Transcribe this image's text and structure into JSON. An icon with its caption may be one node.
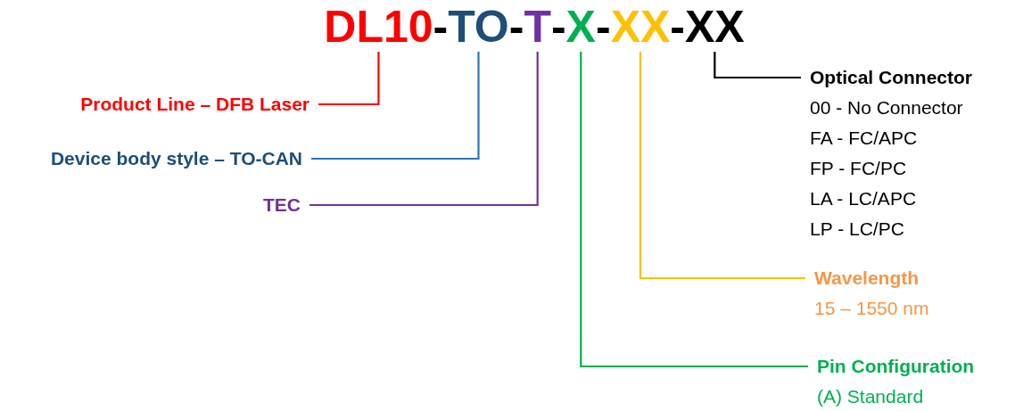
{
  "diagram": {
    "nodes": [
      {
        "text": [
          "DL10"
        ]
      },
      {
        "text": [
          "TO"
        ]
      },
      {
        "text": [
          "T"
        ]
      },
      {
        "text": [
          "X"
        ]
      },
      {
        "text": [
          "XX"
        ]
      },
      {
        "text": [
          "XX"
        ]
      },
      {
        "text": [
          "Product Line – DFB Laser"
        ]
      },
      {
        "text": [
          "Device body style – TO-CAN"
        ]
      },
      {
        "text": [
          "TEC"
        ]
      },
      {
        "text": [
          "Optical Connector",
          "00 - No Connector",
          "FA - FC/APC",
          "FP - FC/PC",
          "LA - LC/APC",
          "LP - LC/PC"
        ]
      },
      {
        "text": [
          "Wavelength",
          "15 – 1550 nm"
        ]
      },
      {
        "text": [
          "Pin Configuration",
          "(A) Standard"
        ]
      }
    ],
    "edges": [
      {
        "from": 0,
        "to": 6,
        "arrow": "none",
        "color": "#ff0000"
      },
      {
        "from": 1,
        "to": 7,
        "arrow": "none",
        "color": "#2e75b6"
      },
      {
        "from": 2,
        "to": 8,
        "arrow": "none",
        "color": "#7030a0"
      },
      {
        "from": 3,
        "to": 11,
        "arrow": "none",
        "color": "#00b050"
      },
      {
        "from": 4,
        "to": 10,
        "arrow": "none",
        "color": "#ffc000"
      },
      {
        "from": 5,
        "to": 9,
        "arrow": "none",
        "color": "#000000"
      }
    ],
    "labels": [
      "-",
      "-",
      "-",
      "-",
      "-"
    ]
  }
}
